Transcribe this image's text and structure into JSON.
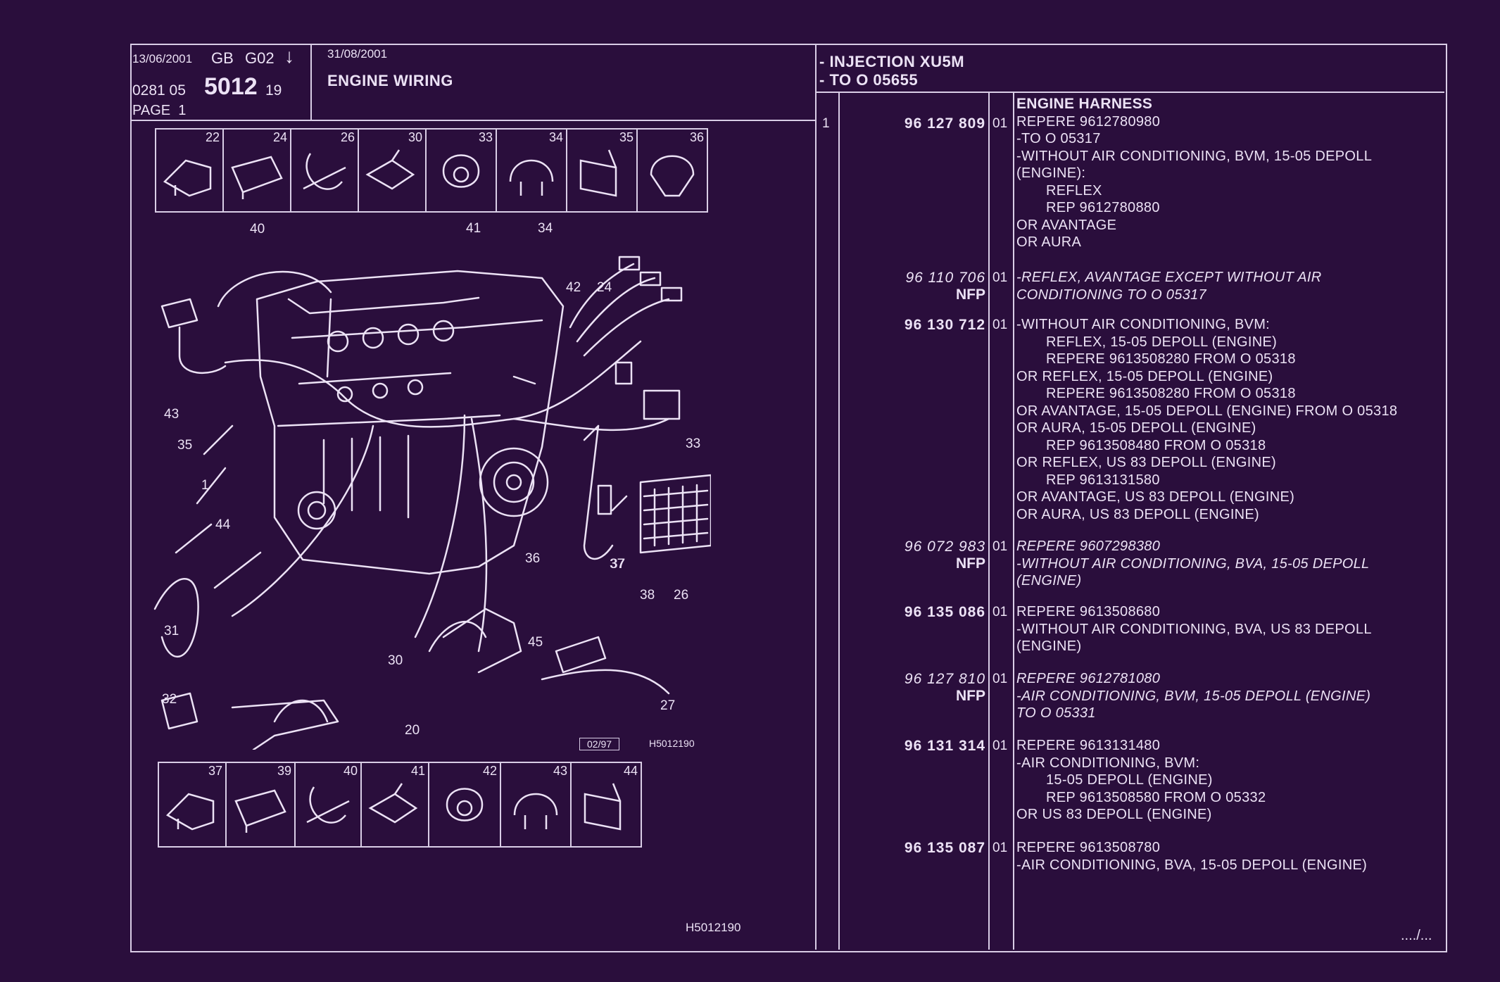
{
  "header": {
    "date1": "13/06/2001",
    "region": "GB",
    "group": "G02",
    "arrow": "↓",
    "code_pre": "0281 05",
    "code_main": "5012",
    "code_post": "19",
    "page_label": "PAGE",
    "page_num": "1",
    "date2": "31/08/2001",
    "title": "ENGINE WIRING",
    "injection": "- INJECTION XU5M",
    "range": "- TO O  05655"
  },
  "thumbs_top": [
    "22",
    "24",
    "26",
    "30",
    "33",
    "34",
    "35",
    "36"
  ],
  "thumbs_bottom": [
    "37",
    "39",
    "40",
    "41",
    "42",
    "43",
    "44"
  ],
  "callouts": [
    "40",
    "41",
    "34",
    "42",
    "24",
    "43",
    "35",
    "1",
    "44",
    "36",
    "37",
    "33",
    "37",
    "38",
    "26",
    "31",
    "45",
    "30",
    "32",
    "27",
    "20"
  ],
  "diagram_date": "02/97",
  "diagram_ref": "H5012190",
  "diagram_ref_bottom": "H5012190",
  "continued": "..../...",
  "parts": [
    {
      "ref": "1",
      "part_no": "96 127 809",
      "nfp": "",
      "qty": "01",
      "italic": false,
      "lines": [
        {
          "t": "ENGINE HARNESS",
          "b": true
        },
        {
          "t": "REPERE  9612780980"
        },
        {
          "t": "-TO  O  05317"
        },
        {
          "t": "-WITHOUT AIR CONDITIONING, BVM, 15-05 DEPOLL"
        },
        {
          "t": "(ENGINE):"
        },
        {
          "t": "REFLEX",
          "i": true
        },
        {
          "t": "REP 9612780880",
          "i": true
        },
        {
          "t": "OR AVANTAGE"
        },
        {
          "t": "OR AURA"
        }
      ]
    },
    {
      "ref": "",
      "part_no": "96 110 706",
      "nfp": "NFP",
      "qty": "01",
      "italic": true,
      "lines": [
        {
          "t": "-REFLEX, AVANTAGE EXCEPT  WITHOUT AIR"
        },
        {
          "t": "CONDITIONING TO  O  05317"
        }
      ]
    },
    {
      "ref": "",
      "part_no": "96 130 712",
      "nfp": "",
      "qty": "01",
      "italic": false,
      "lines": [
        {
          "t": "-WITHOUT AIR CONDITIONING, BVM:"
        },
        {
          "t": "REFLEX, 15-05 DEPOLL (ENGINE)",
          "i": true
        },
        {
          "t": "REPERE 9613508280 FROM  O  05318",
          "i": true
        },
        {
          "t": "OR REFLEX, 15-05 DEPOLL (ENGINE)"
        },
        {
          "t": "REPERE 9613508280 FROM  O  05318",
          "i": true
        },
        {
          "t": "OR AVANTAGE, 15-05 DEPOLL (ENGINE) FROM  O  05318"
        },
        {
          "t": "OR AURA, 15-05 DEPOLL (ENGINE)"
        },
        {
          "t": "REP 9613508480 FROM  O  05318",
          "i": true
        },
        {
          "t": "OR REFLEX, US 83 DEPOLL (ENGINE)"
        },
        {
          "t": "REP 9613131580",
          "i": true
        },
        {
          "t": "OR AVANTAGE, US 83 DEPOLL (ENGINE)"
        },
        {
          "t": "OR AURA, US 83 DEPOLL (ENGINE)"
        }
      ]
    },
    {
      "ref": "",
      "part_no": "96 072 983",
      "nfp": "NFP",
      "qty": "01",
      "italic": true,
      "lines": [
        {
          "t": "REPERE  9607298380"
        },
        {
          "t": "-WITHOUT AIR CONDITIONING, BVA, 15-05 DEPOLL"
        },
        {
          "t": "(ENGINE)"
        }
      ]
    },
    {
      "ref": "",
      "part_no": "96 135 086",
      "nfp": "",
      "qty": "01",
      "italic": false,
      "lines": [
        {
          "t": "REPERE  9613508680"
        },
        {
          "t": "-WITHOUT AIR CONDITIONING, BVA, US 83 DEPOLL"
        },
        {
          "t": "(ENGINE)"
        }
      ]
    },
    {
      "ref": "",
      "part_no": "96 127 810",
      "nfp": "NFP",
      "qty": "01",
      "italic": true,
      "lines": [
        {
          "t": "REPERE  9612781080"
        },
        {
          "t": "-AIR CONDITIONING, BVM, 15-05 DEPOLL (ENGINE)"
        },
        {
          "t": "TO  O  05331"
        }
      ]
    },
    {
      "ref": "",
      "part_no": "96 131 314",
      "nfp": "",
      "qty": "01",
      "italic": false,
      "lines": [
        {
          "t": "REPERE  9613131480"
        },
        {
          "t": "-AIR CONDITIONING, BVM:"
        },
        {
          "t": "15-05 DEPOLL (ENGINE)",
          "i": true
        },
        {
          "t": "REP 9613508580 FROM  O  05332",
          "i": true
        },
        {
          "t": "OR US 83 DEPOLL (ENGINE)"
        }
      ]
    },
    {
      "ref": "",
      "part_no": "96 135 087",
      "nfp": "",
      "qty": "01",
      "italic": false,
      "lines": [
        {
          "t": "REPERE  9613508780"
        },
        {
          "t": "-AIR CONDITIONING, BVA, 15-05 DEPOLL (ENGINE)"
        }
      ]
    }
  ],
  "colors": {
    "background": "#2a0e3c",
    "ink": "#ece2f5"
  }
}
